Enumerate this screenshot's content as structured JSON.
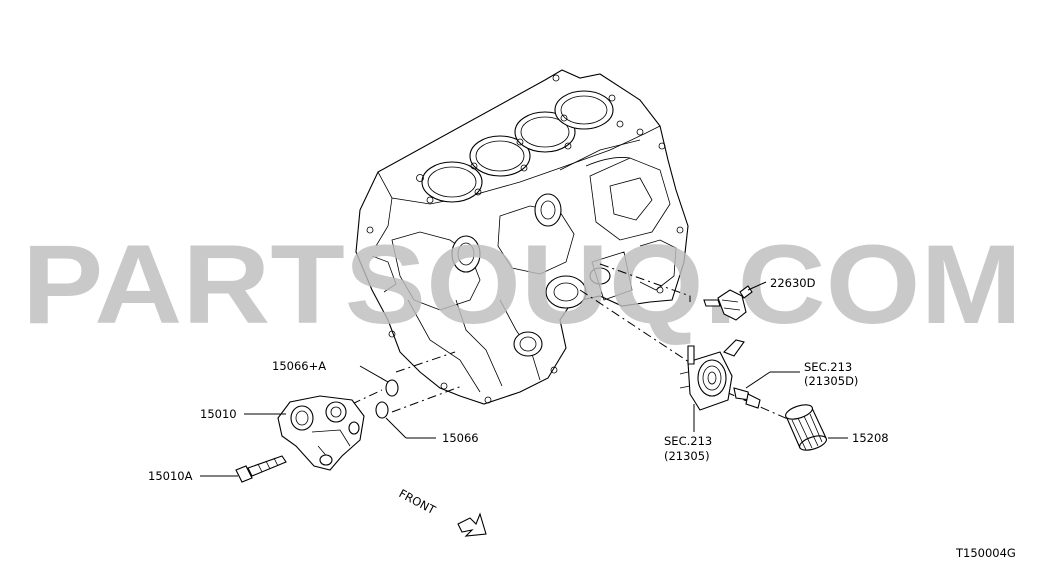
{
  "watermark": "PARTSOUQ.COM",
  "diagram_code": "T150004G",
  "front_label": "FRONT",
  "callouts": {
    "sensor": "22630D",
    "sec_upper_1": "SEC.213",
    "sec_upper_2": "(21305D)",
    "sec_lower_1": "SEC.213",
    "sec_lower_2": "(21305)",
    "oil_filter": "15208",
    "seal_a": "15066+A",
    "pump": "15010",
    "seal": "15066",
    "bolt": "15010A"
  }
}
